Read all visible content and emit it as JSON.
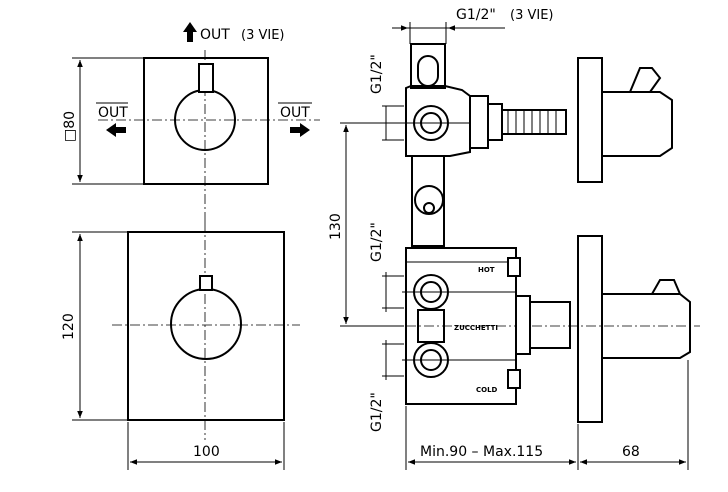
{
  "top_view": {
    "out_top": "OUT",
    "out_top_note": "(3 VIE)",
    "out_left": "OUT",
    "out_right": "OUT",
    "size_label": "□80"
  },
  "front_view": {
    "height_label": "120",
    "width_label": "100"
  },
  "side_view": {
    "top_thread": "G1/2\"",
    "top_thread_note": "(3 VIE)",
    "thread_upper": "G1/2\"",
    "thread_mid": "G1/2\"",
    "thread_lower": "G1/2\"",
    "spacing_label": "130",
    "hot_label": "HOT",
    "cold_label": "COLD",
    "brand_label": "ZUCCHETTI",
    "depth_label": "Min.90 – Max.115",
    "trim_label": "68"
  }
}
